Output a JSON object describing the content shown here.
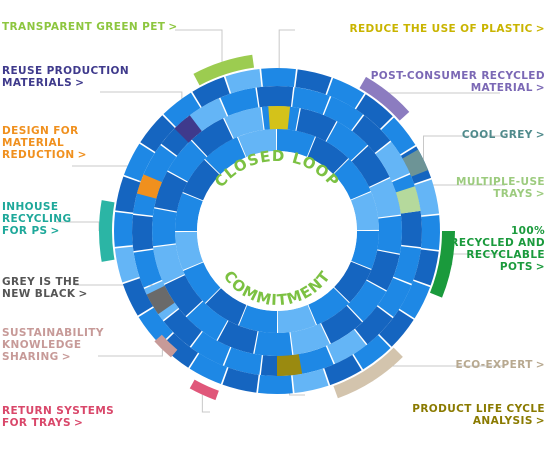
{
  "center": {
    "top_text": "CLOSED LOOP",
    "bottom_text": "COMMITMENT",
    "text_color": "#7cc142"
  },
  "colors": {
    "ring_dark": "#1565c0",
    "ring_mid": "#1e88e5",
    "ring_light": "#64b5f6",
    "leader_line": "#c8c8c8"
  },
  "chevron": ">",
  "labels": [
    {
      "id": "transparent-green-pet",
      "text": "TRANSPARENT GREEN PET",
      "color": "#8dc63f",
      "segment_color": "#9ccc50",
      "icon": "chevron-right-icon"
    },
    {
      "id": "reduce-plastic",
      "text": "REDUCE THE USE OF PLASTIC",
      "color": "#c9b400",
      "segment_color": "#d4c21a",
      "icon": "chevron-right-icon"
    },
    {
      "id": "reuse-production",
      "text": "REUSE PRODUCTION\nMATERIALS",
      "color": "#3f3a8c",
      "segment_color": "#3f3a8c",
      "icon": "chevron-right-icon"
    },
    {
      "id": "post-consumer",
      "text": "POST-CONSUMER RECYCLED\nMATERIAL",
      "color": "#7b68b5",
      "segment_color": "#8c7cc0",
      "icon": "chevron-right-icon"
    },
    {
      "id": "design-reduction",
      "text": "DESIGN FOR\nMATERIAL\nREDUCTION",
      "color": "#f0901e",
      "segment_color": "#f0901e",
      "icon": "chevron-right-icon"
    },
    {
      "id": "cool-grey",
      "text": "COOL GREY",
      "color": "#4f8a8b",
      "segment_color": "#6d9496",
      "icon": "chevron-right-icon"
    },
    {
      "id": "multiple-use",
      "text": "MULTIPLE-USE\nTRAYS",
      "color": "#9ccb7e",
      "segment_color": "#b5d99c",
      "icon": "chevron-right-icon"
    },
    {
      "id": "inhouse-recycling",
      "text": "INHOUSE\nRECYCLING\nFOR PS",
      "color": "#1ea89a",
      "segment_color": "#2bb5a5",
      "icon": "chevron-right-icon"
    },
    {
      "id": "recycled-pots",
      "text": "100%\nRECYCLED AND\nRECYCLABLE\nPOTS",
      "color": "#1a9a3c",
      "segment_color": "#1a9a3c",
      "icon": "chevron-right-icon"
    },
    {
      "id": "grey-new-black",
      "text": "GREY IS THE\nNEW BLACK",
      "color": "#555555",
      "segment_color": "#6a6a6a",
      "icon": "chevron-right-icon"
    },
    {
      "id": "knowledge-sharing",
      "text": "SUSTAINABILITY\nKNOWLEDGE\nSHARING",
      "color": "#c79a98",
      "segment_color": "#c79a98",
      "icon": "chevron-right-icon"
    },
    {
      "id": "eco-expert",
      "text": "ECO-EXPERT",
      "color": "#b8a990",
      "segment_color": "#d3c4ad",
      "icon": "chevron-right-icon"
    },
    {
      "id": "return-systems",
      "text": "RETURN SYSTEMS\nFOR TRAYS",
      "color": "#d9476a",
      "segment_color": "#e0577a",
      "icon": "chevron-right-icon"
    },
    {
      "id": "product-life-cycle",
      "text": "PRODUCT LIFE CYCLE\nANALYSIS",
      "color": "#8a7a00",
      "segment_color": "#9a8a10",
      "icon": "chevron-right-icon"
    }
  ]
}
